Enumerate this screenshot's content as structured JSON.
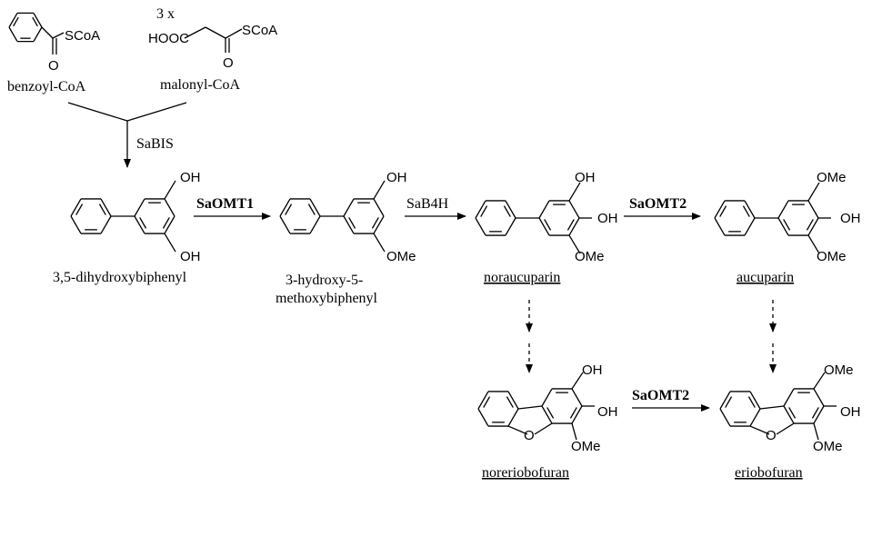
{
  "reactants": {
    "benzoyl": {
      "group": "SCoA",
      "oxygen": "O",
      "name": "benzoyl-CoA"
    },
    "malonyl": {
      "multiplier": "3 x",
      "acid": "HOOC",
      "group": "SCoA",
      "oxygen": "O",
      "name": "malonyl-CoA"
    }
  },
  "enzymes": {
    "bis": "SaBIS",
    "omt1": "SaOMT1",
    "b4h": "SaB4H",
    "omt2_top": "SaOMT2",
    "omt2_bottom": "SaOMT2"
  },
  "compounds": [
    {
      "name": "3,5-dihydroxybiphenyl",
      "sub1": "OH",
      "sub2": "OH"
    },
    {
      "name_line1": "3-hydroxy-5-",
      "name_line2": "methoxybiphenyl",
      "sub1": "OH",
      "sub2": "OMe"
    },
    {
      "name": "noraucuparin",
      "sub1": "OH",
      "sub2": "OH",
      "sub3": "OMe"
    },
    {
      "name": "aucuparin",
      "sub1": "OMe",
      "sub2": "OH",
      "sub3": "OMe"
    },
    {
      "name": "noreriobofuran",
      "sub1": "OH",
      "sub2": "OH",
      "sub3": "OMe",
      "ring_o": "O"
    },
    {
      "name": "eriobofuran",
      "sub1": "OMe",
      "sub2": "OH",
      "sub3": "OMe",
      "ring_o": "O"
    }
  ]
}
